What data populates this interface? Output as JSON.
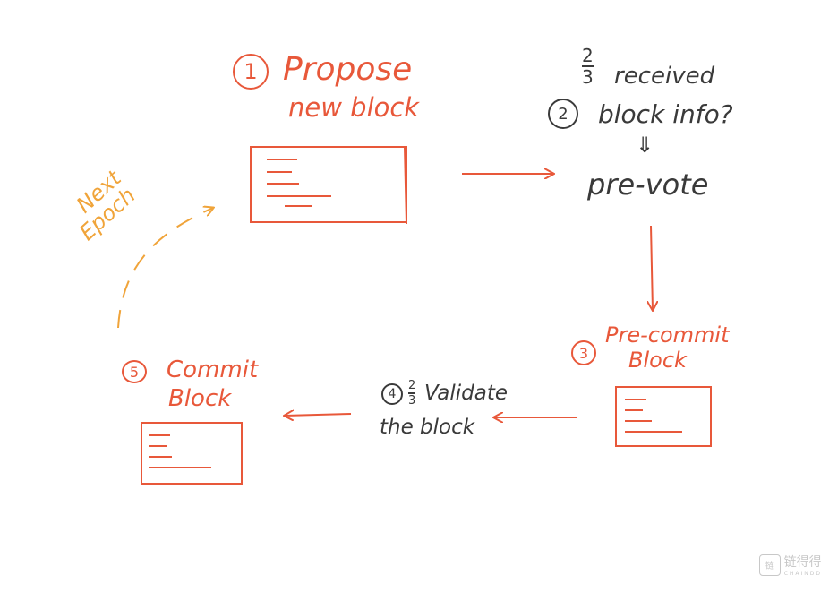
{
  "steps": {
    "propose": {
      "number": "1",
      "line1": "Propose",
      "line2": "new block"
    },
    "prevote": {
      "number": "2",
      "frac_num": "2",
      "frac_den": "3",
      "line1": "received",
      "line2": "block info?",
      "arrow": "⇓",
      "line3": "pre-vote"
    },
    "precommit": {
      "number": "3",
      "line1": "Pre-commit",
      "line2": "Block"
    },
    "validate": {
      "number": "4",
      "frac_num": "2",
      "frac_den": "3",
      "line1": "Validate",
      "line2": "the block"
    },
    "commit": {
      "number": "5",
      "line1": "Commit",
      "line2": "Block"
    }
  },
  "next_epoch": {
    "line1": "Next",
    "line2": "Epoch"
  },
  "watermark": {
    "logo": "链",
    "text": "链得得",
    "sub": "CHAINDD"
  },
  "colors": {
    "orange": "#e8583a",
    "gray": "#3a3a3a",
    "yellow": "#f0a43a"
  }
}
